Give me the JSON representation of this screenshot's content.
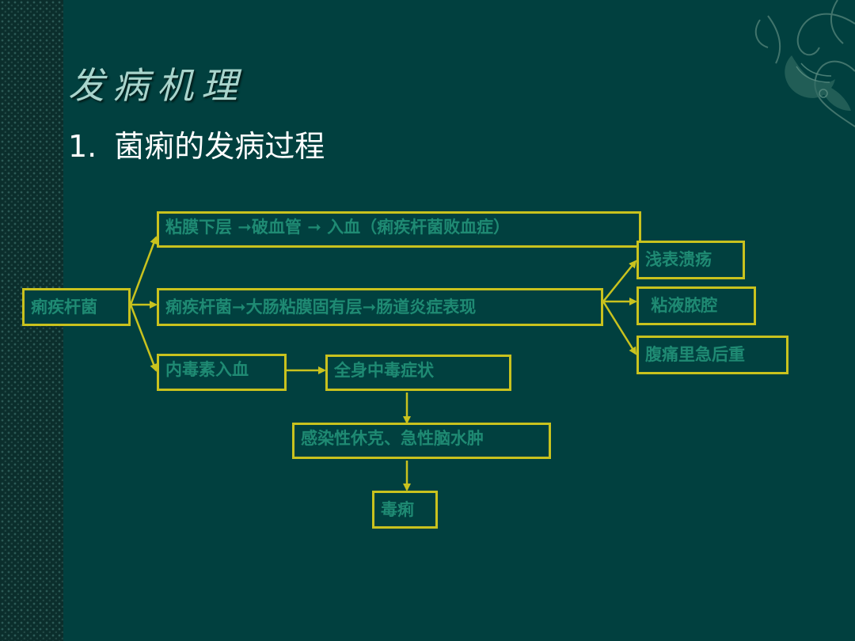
{
  "slide": {
    "title": "发病机理",
    "subtitle_number": "1.",
    "subtitle_text": "菌痢的发病过程"
  },
  "colors": {
    "background": "#01403f",
    "box_border": "#c9c21e",
    "box_text": "#1f8a73",
    "arrow": "#c9c21e",
    "title_text": "#a9d4cc",
    "subtitle_text": "#ffffff"
  },
  "diagram": {
    "nodes": [
      {
        "id": "pathogen",
        "label": "痢疾杆菌"
      },
      {
        "id": "submucosa",
        "label": "粘膜下层 ➞破血管 ➞ 入血（痢疾杆菌败血症）"
      },
      {
        "id": "colon",
        "label": "痢疾杆菌➞大肠粘膜固有层➞肠道炎症表现"
      },
      {
        "id": "endotoxin",
        "label": "内毒素入血"
      },
      {
        "id": "systemic",
        "label": "全身中毒症状"
      },
      {
        "id": "shock",
        "label": "感染性休克、急性脑水肿"
      },
      {
        "id": "toxic",
        "label": "毒痢"
      },
      {
        "id": "ulcer",
        "label": "浅表溃疡"
      },
      {
        "id": "mucus",
        "label": " 粘液脓腔"
      },
      {
        "id": "tenesmus",
        "label": "腹痛里急后重"
      }
    ],
    "edges": [
      {
        "from": "pathogen",
        "to": "submucosa"
      },
      {
        "from": "pathogen",
        "to": "colon"
      },
      {
        "from": "pathogen",
        "to": "endotoxin"
      },
      {
        "from": "endotoxin",
        "to": "systemic"
      },
      {
        "from": "systemic",
        "to": "shock"
      },
      {
        "from": "shock",
        "to": "toxic"
      },
      {
        "from": "colon",
        "to": "ulcer"
      },
      {
        "from": "colon",
        "to": "mucus"
      },
      {
        "from": "colon",
        "to": "tenesmus"
      }
    ]
  }
}
